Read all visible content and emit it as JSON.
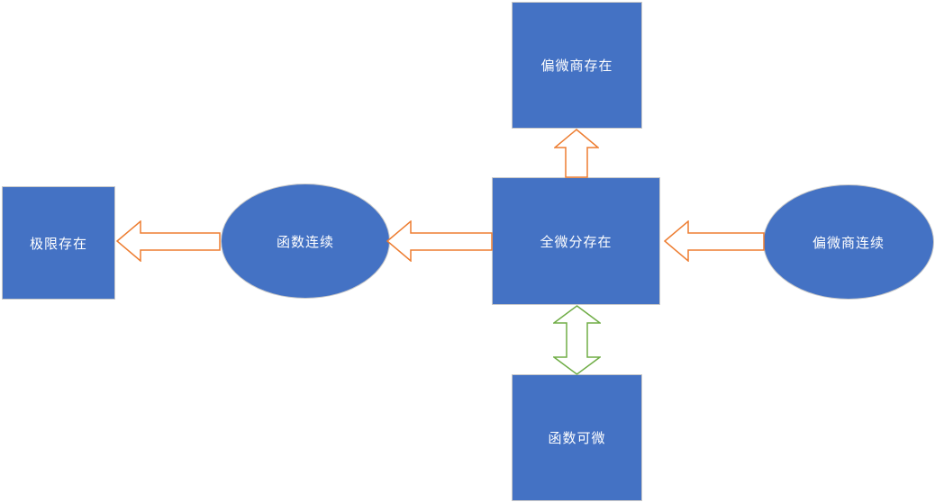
{
  "diagram": {
    "nodes": {
      "partial_exist": {
        "label": "偏微商存在",
        "shape": "rectangle"
      },
      "total_differential": {
        "label": "全微分存在",
        "shape": "rectangle"
      },
      "function_diff": {
        "label": "函数可微",
        "shape": "rectangle"
      },
      "limit_exists": {
        "label": "极限存在",
        "shape": "rectangle"
      },
      "function_continuous": {
        "label": "函数连续",
        "shape": "ellipse"
      },
      "partial_continuous": {
        "label": "偏微商连续",
        "shape": "ellipse"
      }
    },
    "connectors": [
      {
        "from": "total_differential",
        "to": "partial_exist",
        "type": "block-arrow",
        "heads": "single",
        "direction": "up",
        "color": "#ED7D31"
      },
      {
        "from": "total_differential",
        "to": "function_continuous",
        "type": "block-arrow",
        "heads": "single",
        "direction": "left",
        "color": "#ED7D31"
      },
      {
        "from": "function_continuous",
        "to": "limit_exists",
        "type": "block-arrow",
        "heads": "single",
        "direction": "left",
        "color": "#ED7D31"
      },
      {
        "from": "partial_continuous",
        "to": "total_differential",
        "type": "block-arrow",
        "heads": "single",
        "direction": "left",
        "color": "#ED7D31"
      },
      {
        "from": "total_differential",
        "to": "function_diff",
        "type": "block-arrow",
        "heads": "double",
        "direction": "vertical",
        "color": "#70AD47"
      }
    ],
    "colors": {
      "background": "#ffffff",
      "node_fill": "#4472C4",
      "node_border": "#c9c9c9",
      "node_text": "#ffffff",
      "arrow_fill": "#ffffff",
      "arrow_orange": "#ED7D31",
      "arrow_green": "#70AD47"
    }
  }
}
